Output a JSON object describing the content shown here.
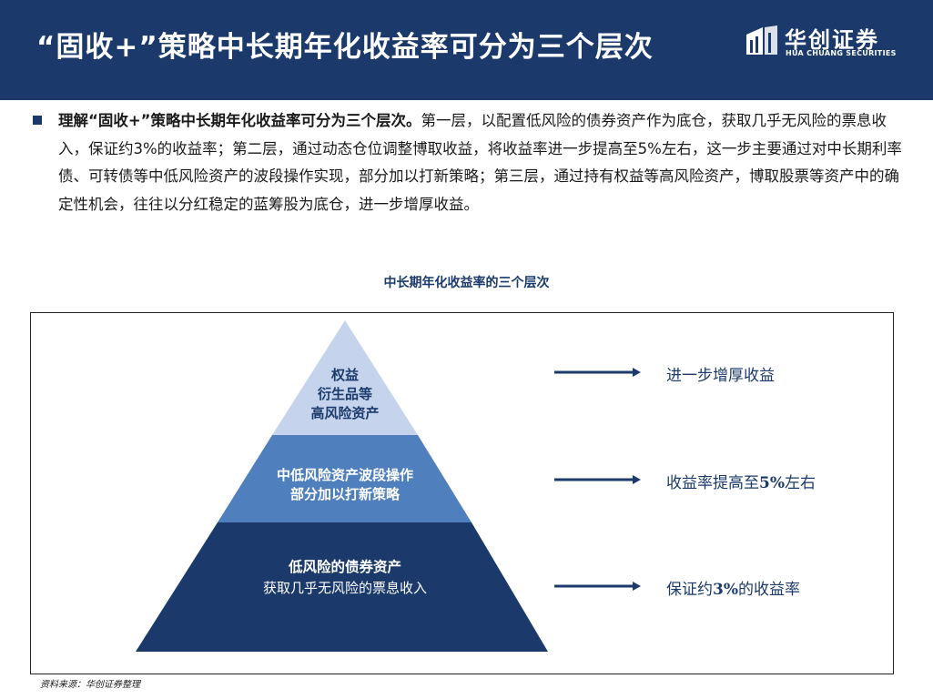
{
  "header": {
    "title": "“固收+”策略中长期年化收益率可分为三个层次",
    "logo_cn": "华创证券",
    "logo_en": "HUA CHUANG SECURITIES"
  },
  "summary": {
    "lead": "理解“固收+”策略中长期年化收益率可分为三个层次。",
    "body": "第一层，以配置低风险的债券资产作为底仓，获取几乎无风险的票息收入，保证约3%的收益率；第二层，通过动态仓位调整博取收益，将收益率进一步提高至5%左右，这一步主要通过对中长期利率债、可转债等中低风险资产的波段操作实现，部分加以打新策略；第三层，通过持有权益等高风险资产，博取股票等资产中的确定性机会，往往以分红稳定的蓝筹股为底仓，进一步增厚收益。"
  },
  "diagram": {
    "title": "中长期年化收益率的三个层次",
    "colors": {
      "top": "#c5d4ec",
      "middle": "#4f7fbd",
      "bottom": "#1b3a6b",
      "arrow": "#1b3a6b"
    },
    "layers": [
      {
        "lines": [
          "权益",
          "衍生品等",
          "高风险资产"
        ],
        "result_prefix": "进一步增厚收益",
        "result_bold": "",
        "result_suffix": ""
      },
      {
        "lines": [
          "中低风险资产波段操作",
          "部分加以打新策略"
        ],
        "result_prefix": "收益率提高至",
        "result_bold": "5%",
        "result_suffix": "左右"
      },
      {
        "lines": [
          "低风险的债券资产",
          "获取几乎无风险的票息收入"
        ],
        "result_prefix": "保证约",
        "result_bold": "3%",
        "result_suffix": "的收益率"
      }
    ]
  },
  "source": "资料来源：华创证券整理"
}
